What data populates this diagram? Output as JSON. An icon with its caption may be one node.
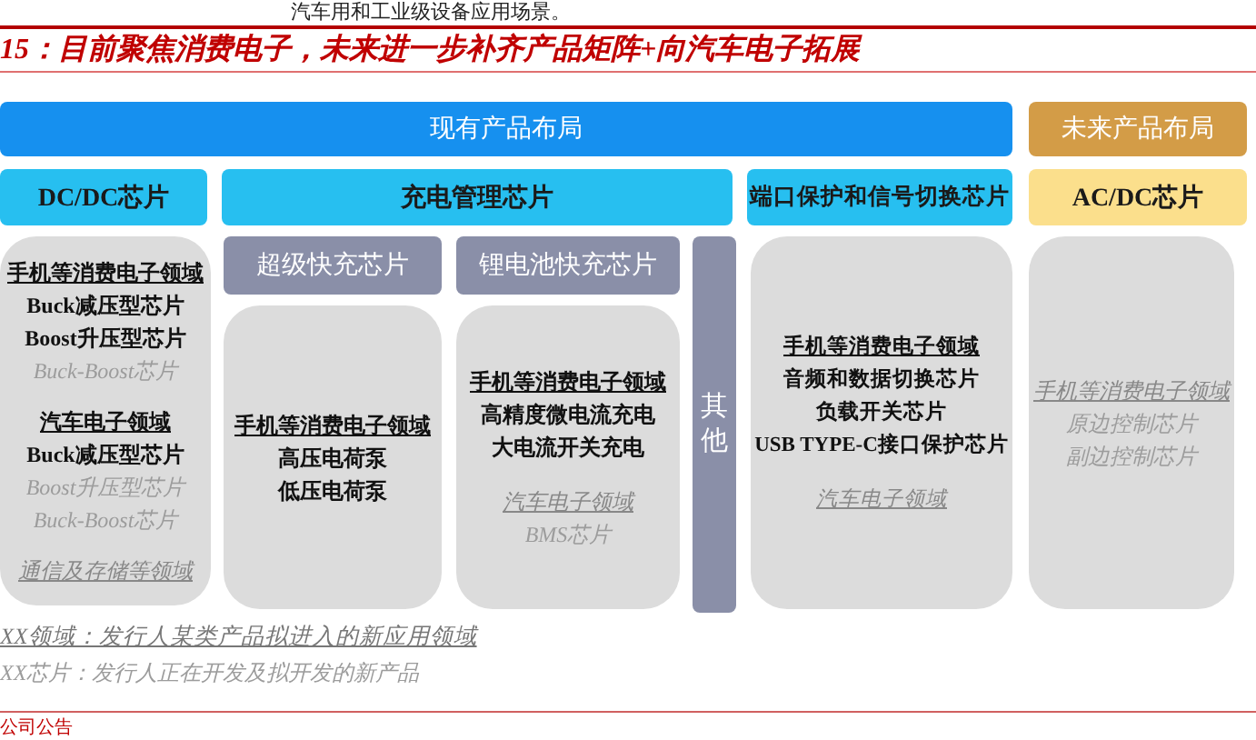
{
  "diagram": {
    "title": "15：目前聚焦消费电子，未来进一步补齐产品矩阵+向汽车电子拓展",
    "nodes": [
      {
        "text": [
          "现有产品布局"
        ]
      },
      {
        "text": [
          "未来产品布局"
        ]
      },
      {
        "text": [
          "DC/DC芯片"
        ]
      },
      {
        "text": [
          "充电管理芯片"
        ]
      },
      {
        "text": [
          "端口保护和信号切换芯片"
        ]
      },
      {
        "text": [
          "AC/DC芯片"
        ]
      },
      {
        "text": [
          "手机等消费电子领域",
          "Buck减压型芯片",
          "Boost升压型芯片",
          "Buck-Boost芯片",
          "汽车电子领域",
          "Buck减压型芯片",
          "Boost升压型芯片",
          "Buck-Boost芯片",
          "通信及存储等领域"
        ]
      },
      {
        "text": [
          "超级快充芯片"
        ]
      },
      {
        "text": [
          "手机等消费电子领域",
          "高压电荷泵",
          "低压电荷泵"
        ]
      },
      {
        "text": [
          "锂电池快充芯片"
        ]
      },
      {
        "text": [
          "手机等消费电子领域",
          "高精度微电流充电",
          "大电流开关充电",
          "汽车电子领域",
          "BMS芯片"
        ]
      },
      {
        "text": [
          "其他"
        ]
      },
      {
        "text": [
          "手机等消费电子领域",
          "音频和数据切换芯片",
          "负载开关芯片",
          "USB TYPE-C接口保护芯片",
          "汽车电子领域"
        ]
      },
      {
        "text": [
          "手机等消费电子领域",
          "原边控制芯片",
          "副边控制芯片"
        ]
      }
    ],
    "labels": [
      "汽车用和工业级设备应用场景。",
      "XX领域：发行人某类产品拟进入的新应用领域",
      "XX芯片：发行人正在开发及拟开发的新产品",
      "公司公告"
    ]
  }
}
